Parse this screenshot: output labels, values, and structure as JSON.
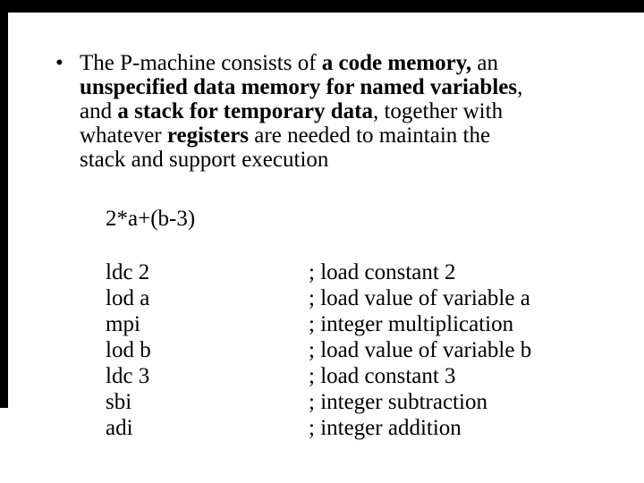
{
  "slide": {
    "background_color": "#ffffff",
    "border_color": "#000000",
    "text_color": "#000000",
    "bullet_char": "•",
    "para": {
      "l1a": "The P-machine consists of ",
      "l1b": "a code memory,",
      "l1c": " an",
      "l2a": "unspecified data memory for named variables",
      "l2b": ",",
      "l3a": "and ",
      "l3b": "a stack for temporary data",
      "l3c": ", together with",
      "l4a": "whatever ",
      "l4b": "registers",
      "l4c": " are needed to maintain the",
      "l5a": "stack and support execution"
    },
    "expression": "2*a+(b-3)",
    "code": [
      {
        "opcode": "ldc 2",
        "comment": "; load constant 2"
      },
      {
        "opcode": "lod a",
        "comment": "; load value of variable a"
      },
      {
        "opcode": "mpi",
        "comment": "; integer multiplication"
      },
      {
        "opcode": "lod b",
        "comment": "; load value of variable b"
      },
      {
        "opcode": "ldc 3",
        "comment": "; load constant 3"
      },
      {
        "opcode": "sbi",
        "comment": "; integer subtraction"
      },
      {
        "opcode": "adi",
        "comment": "; integer addition"
      }
    ]
  }
}
